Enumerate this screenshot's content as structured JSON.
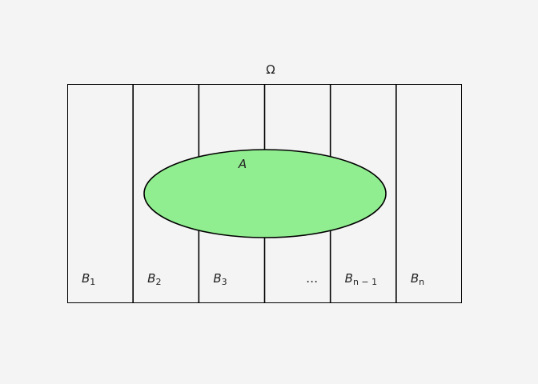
{
  "diagram": {
    "universe_label": "Ω",
    "event_label": "A",
    "partitions": [
      {
        "name": "B",
        "sub": "1"
      },
      {
        "name": "B",
        "sub": "2"
      },
      {
        "name": "B",
        "sub": "3"
      },
      {
        "name": "…",
        "sub": ""
      },
      {
        "name": "B",
        "sub": "n − 1"
      },
      {
        "name": "B",
        "sub": "n"
      }
    ],
    "colors": {
      "background": "#f4f4f4",
      "event_fill": "#90ee90",
      "stroke": "#000000",
      "text": "#222222"
    }
  }
}
